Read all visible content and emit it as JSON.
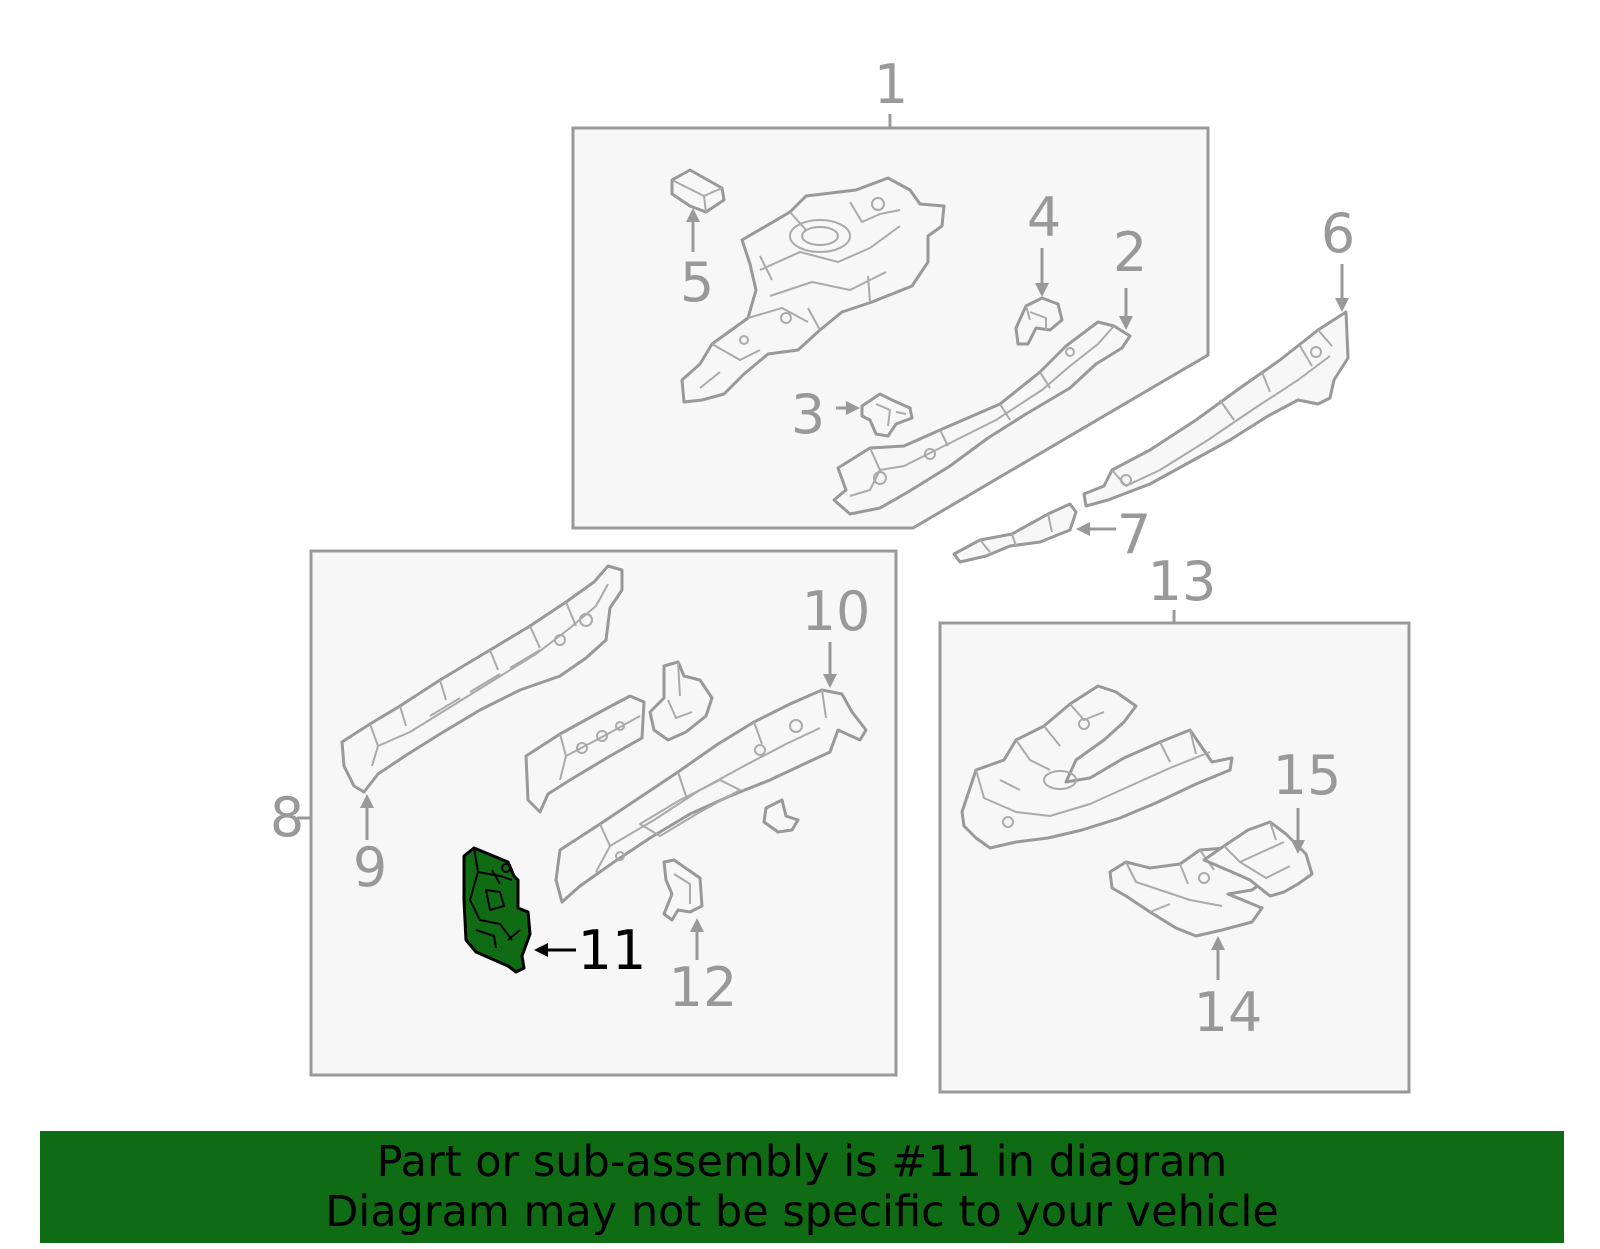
{
  "colors": {
    "highlight": "#0f6b14",
    "banner_background": "#0f6b14",
    "line_gray": "#999999",
    "box_fill": "#f7f7f7",
    "active_label": "#000000"
  },
  "highlighted_part": "11",
  "callouts": {
    "c1": "1",
    "c2": "2",
    "c3": "3",
    "c4": "4",
    "c5": "5",
    "c6": "6",
    "c7": "7",
    "c8": "8",
    "c9": "9",
    "c10": "10",
    "c11": "11",
    "c12": "12",
    "c13": "13",
    "c14": "14",
    "c15": "15"
  },
  "banner": {
    "line1": "Part or sub-assembly is #11 in diagram",
    "line2": "Diagram may not be specific to your vehicle"
  }
}
